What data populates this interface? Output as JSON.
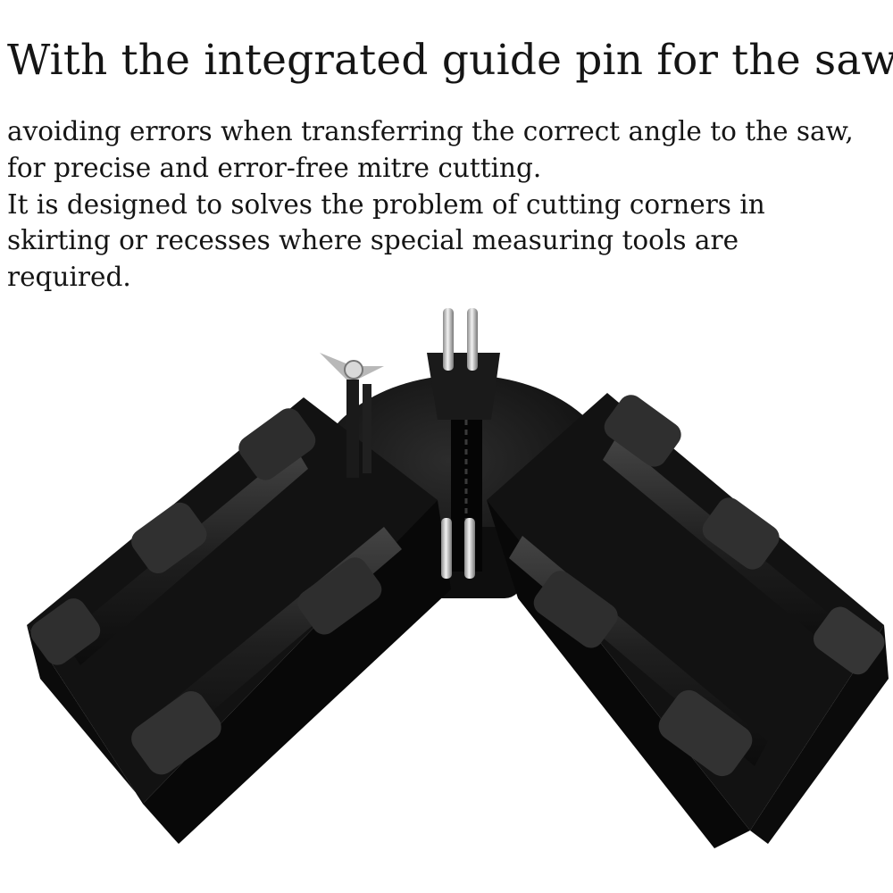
{
  "headline": "With the integrated guide pin for the saw",
  "description": [
    "avoiding errors when transferring the correct angle to the saw,",
    "for precise and error-free mitre cutting.",
    "It is designed to solves the problem of cutting corners in",
    "skirting or recesses where special measuring tools are",
    "required."
  ],
  "colors": {
    "background": "#ffffff",
    "text": "#151515",
    "product_black": "#151515",
    "product_highlight": "#3c3c3c",
    "pin_metal": "#c9c9c9"
  }
}
